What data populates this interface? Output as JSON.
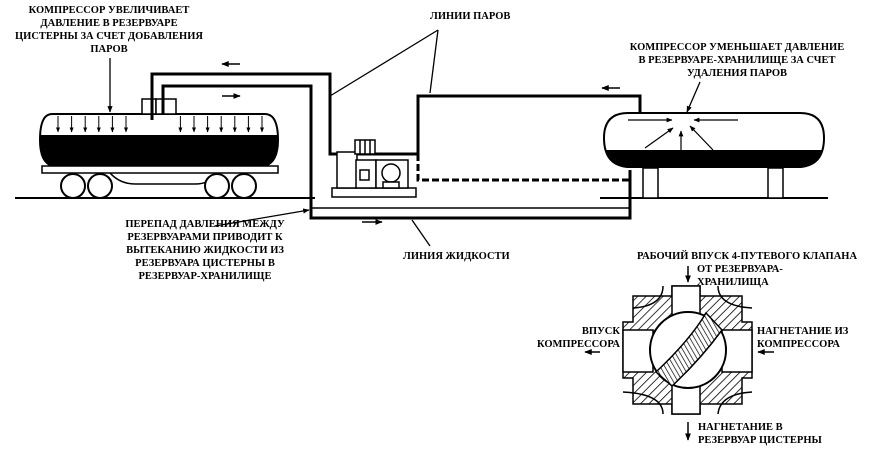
{
  "diagram": {
    "title": "Compressor liquid transfer from rail tank car to storage tank",
    "colors": {
      "ink": "#000000",
      "paper": "#ffffff"
    },
    "labels": {
      "compressor_increases": [
        "КОМПРЕССОР УВЕЛИЧИВАЕТ",
        "ДАВЛЕНИЕ В РЕЗЕРВУАРЕ",
        "ЦИСТЕРНЫ ЗА СЧЕТ ДОБАВЛЕНИЯ",
        "ПАРОВ"
      ],
      "vapor_lines": "ЛИНИИ ПАРОВ",
      "compressor_decreases": [
        "КОМПРЕССОР УМЕНЬШАЕТ ДАВЛЕНИЕ",
        "В РЕЗЕРВУАРЕ-ХРАНИЛИЩЕ ЗА СЧЕТ",
        "УДАЛЕНИЯ ПАРОВ"
      ],
      "pressure_difference": [
        "ПЕРЕПАД ДАВЛЕНИЯ МЕЖДУ",
        "РЕЗЕРВУАРАМИ ПРИВОДИТ К",
        "ВЫТЕКАНИЮ ЖИДКОСТИ ИЗ",
        "РЕЗЕРВУАРА ЦИСТЕРНЫ В",
        "РЕЗЕРВУАР-ХРАНИЛИЩЕ"
      ],
      "liquid_line": "ЛИНИЯ ЖИДКОСТИ"
    },
    "valve": {
      "title": "РАБОЧИЙ ВПУСК 4-ПУТЕВОГО КЛАПАНА",
      "top_port": [
        "ОТ РЕЗЕРВУАРА-",
        "ХРАНИЛИЩА"
      ],
      "left_port": [
        "ВПУСК",
        "КОМПРЕССОРА"
      ],
      "right_port": [
        "НАГНЕТАНИЕ ИЗ",
        "КОМПРЕССОРА"
      ],
      "bottom_port": [
        "НАГНЕТАНИЕ В",
        "РЕЗЕРВУАР ЦИСТЕРНЫ"
      ]
    },
    "components": [
      "rail-tank-car",
      "compressor-unit",
      "storage-tank",
      "four-way-valve",
      "vapor-line",
      "liquid-line"
    ]
  }
}
